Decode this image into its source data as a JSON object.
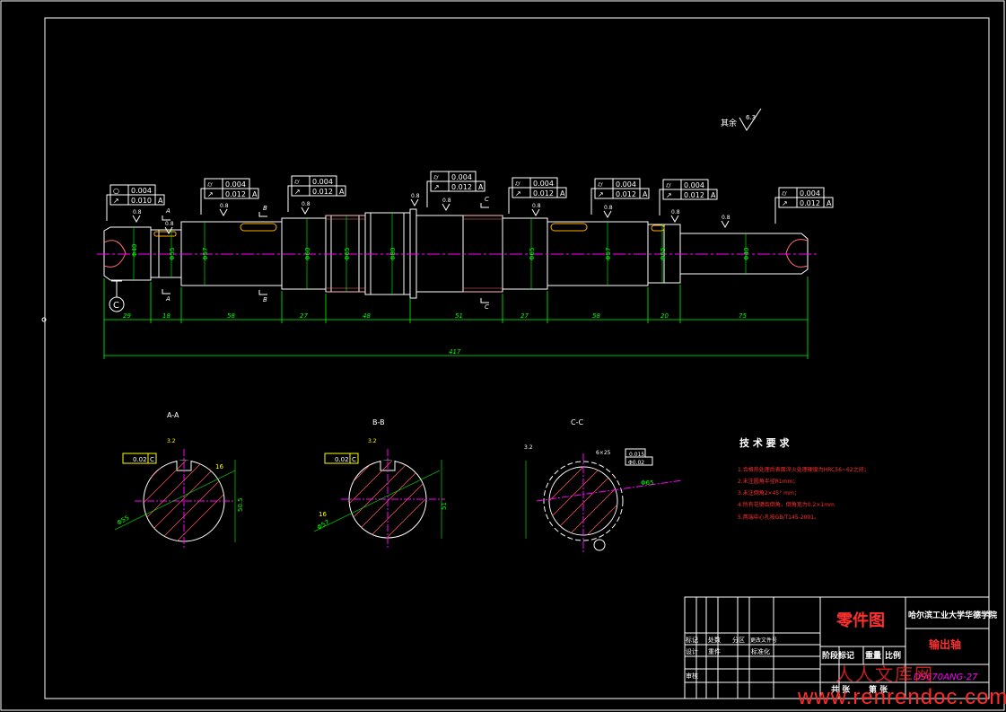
{
  "colors": {
    "outline": "#ffffff",
    "dimension": "#00ff00",
    "centerline": "#ff00ff",
    "keyway": "#ffaa00",
    "note": "#ff3030",
    "watermark": "#ff2a2a",
    "datum_box": "#ffff00"
  },
  "roughness_general": {
    "label": "其余",
    "value": "6.3"
  },
  "segment_dims": [
    "29",
    "18",
    "58",
    "27",
    "48",
    "51",
    "27",
    "58",
    "20",
    "75"
  ],
  "overall_length": "417",
  "diameters": [
    "Φ40",
    "Φ55",
    "Φ57",
    "Φ60",
    "Φ65",
    "Φ80",
    "Φ65",
    "Φ57",
    "Φ55",
    "Φ40"
  ],
  "roughness_values": [
    "0.8",
    "0.8",
    "0.8",
    "0.8",
    "0.8",
    "0.8",
    "0.8",
    "0.8",
    "0.8",
    "0.8"
  ],
  "tolerance_frames": [
    {
      "rows": [
        [
          "○",
          "0.004",
          ""
        ],
        [
          "↗",
          "0.010",
          "A"
        ]
      ]
    },
    {
      "rows": [
        [
          "⌭",
          "0.004",
          ""
        ],
        [
          "↗",
          "0.012",
          "A"
        ]
      ]
    },
    {
      "rows": [
        [
          "⌭",
          "0.004",
          ""
        ],
        [
          "↗",
          "0.012",
          "A"
        ]
      ]
    },
    {
      "rows": [
        [
          "⌭",
          "0.004",
          ""
        ],
        [
          "↗",
          "0.012",
          "A"
        ]
      ]
    },
    {
      "rows": [
        [
          "⌭",
          "0.004",
          ""
        ],
        [
          "↗",
          "0.012",
          "A"
        ]
      ]
    },
    {
      "rows": [
        [
          "⌭",
          "0.004",
          ""
        ],
        [
          "↗",
          "0.012",
          "A"
        ]
      ]
    },
    {
      "rows": [
        [
          "⌭",
          "0.004",
          ""
        ],
        [
          "↗",
          "0.012",
          "A"
        ]
      ]
    },
    {
      "rows": [
        [
          "⌭",
          "0.004",
          ""
        ],
        [
          "↗",
          "0.012",
          "A"
        ]
      ]
    }
  ],
  "section_markers": [
    "A",
    "A",
    "B",
    "B",
    "C",
    "C"
  ],
  "datum_c": "C",
  "sections": [
    {
      "title": "A-A",
      "tol": "0.02",
      "datum": "C",
      "dim1": "16",
      "dim2": "50.5",
      "dia": "Φ55",
      "rough": "3.2"
    },
    {
      "title": "B-B",
      "tol": "0.02",
      "datum": "C",
      "dim1": "16",
      "dim2": "51",
      "dia": "Φ57",
      "rough": "3.2"
    },
    {
      "title": "C-C",
      "tol1": "0.015",
      "tol2": "Φ0.02",
      "dia": "Φ65",
      "rough": "3.2",
      "spline": "6×25"
    }
  ],
  "tech_requirements": {
    "title": "技 术 要 求",
    "items": [
      "1.合格热处理后表面淬火处理硬度为HRC56~62之间；",
      "2.未注圆角半径R1mm；",
      "3.未注倒角2×45° mm；",
      "4.所有花键齿倒角，倒角宽为0.2×1mm",
      "5.两端中心孔按GB/T145-2001。"
    ]
  },
  "title_block": {
    "drawing_type": "零件图",
    "school": "哈尔滨工业大学华德学院",
    "part_name": "输出轴",
    "drawing_no": "DS670ANG-27",
    "rows": {
      "r1": [
        "标记",
        "处数",
        "分区",
        "更改文件号"
      ],
      "r2": [
        "设计",
        "重件",
        "标准化"
      ],
      "r3": [
        "审核"
      ],
      "r4": [
        "阶段标记",
        "重量",
        "比例"
      ],
      "r5": [
        "共 张",
        "第 张"
      ]
    }
  },
  "watermark": {
    "cn": "人人文库网",
    "url": "www.renrendoc.com"
  }
}
